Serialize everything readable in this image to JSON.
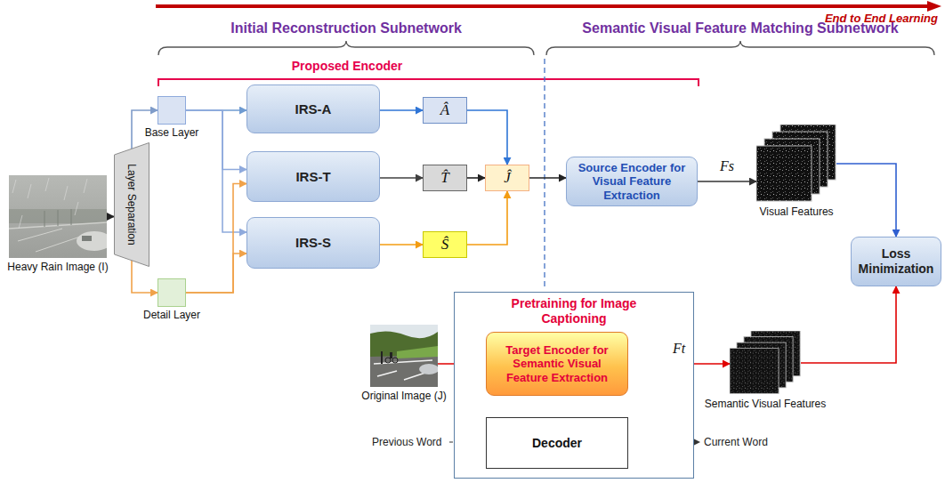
{
  "diagram": {
    "nodes": [
      {
        "text": [
          "Heavy Rain Image (I)"
        ]
      },
      {
        "text": [
          "Layer Separation"
        ]
      },
      {
        "text": [
          "Base Layer"
        ]
      },
      {
        "text": [
          "Detail Layer"
        ]
      },
      {
        "text": [
          "IRS-A"
        ]
      },
      {
        "text": [
          "IRS-T"
        ]
      },
      {
        "text": [
          "IRS-S"
        ]
      },
      {
        "text": [
          "Â"
        ]
      },
      {
        "text": [
          "T̂"
        ]
      },
      {
        "text": [
          "Ŝ"
        ]
      },
      {
        "text": [
          "Ĵ"
        ]
      },
      {
        "text": [
          "Source Encoder for Visual Feature Extraction"
        ]
      },
      {
        "text": [
          "Visual Features"
        ]
      },
      {
        "text": [
          "Loss Minimization"
        ]
      },
      {
        "text": [
          "Original Image (J)"
        ]
      },
      {
        "text": [
          "Pretraining for Image Captioning"
        ]
      },
      {
        "text": [
          "Target Encoder for Semantic Visual Feature Extraction"
        ],
        "in": 15
      },
      {
        "text": [
          "Decoder"
        ],
        "in": 15
      },
      {
        "text": [
          "Semantic Visual Features"
        ]
      }
    ],
    "edges": [
      {
        "from": 0,
        "to": 1,
        "arrow": "to"
      },
      {
        "from": 1,
        "to": 2,
        "arrow": "to"
      },
      {
        "from": 1,
        "to": 3,
        "arrow": "to"
      },
      {
        "from": 2,
        "to": 4,
        "arrow": "to"
      },
      {
        "from": 2,
        "to": 5,
        "arrow": "to"
      },
      {
        "from": 2,
        "to": 6,
        "arrow": "to"
      },
      {
        "from": 3,
        "to": 5,
        "arrow": "to"
      },
      {
        "from": 3,
        "to": 6,
        "arrow": "to"
      },
      {
        "from": 4,
        "to": 7,
        "arrow": "to"
      },
      {
        "from": 5,
        "to": 8,
        "arrow": "to"
      },
      {
        "from": 6,
        "to": 9,
        "arrow": "to"
      },
      {
        "from": 7,
        "to": 10,
        "arrow": "to"
      },
      {
        "from": 8,
        "to": 10,
        "arrow": "to"
      },
      {
        "from": 9,
        "to": 10,
        "arrow": "to"
      },
      {
        "from": 10,
        "to": 11,
        "arrow": "to"
      },
      {
        "from": 11,
        "to": 12,
        "label": "Fs",
        "arrow": "to"
      },
      {
        "from": 12,
        "to": 13,
        "arrow": "to"
      },
      {
        "from": 14,
        "to": 16,
        "arrow": "to"
      },
      {
        "from": 16,
        "to": 18,
        "label": "Ft",
        "arrow": "to"
      },
      {
        "from": 18,
        "to": 13,
        "arrow": "to"
      },
      {
        "from": 16,
        "to": 17,
        "arrow": "to"
      }
    ],
    "labels": [
      "End to End Learning",
      "Initial Reconstruction Subnetwork",
      "Semantic Visual Feature Matching Subnetwork",
      "Proposed Encoder",
      "Previous Word",
      "Current Word"
    ]
  }
}
